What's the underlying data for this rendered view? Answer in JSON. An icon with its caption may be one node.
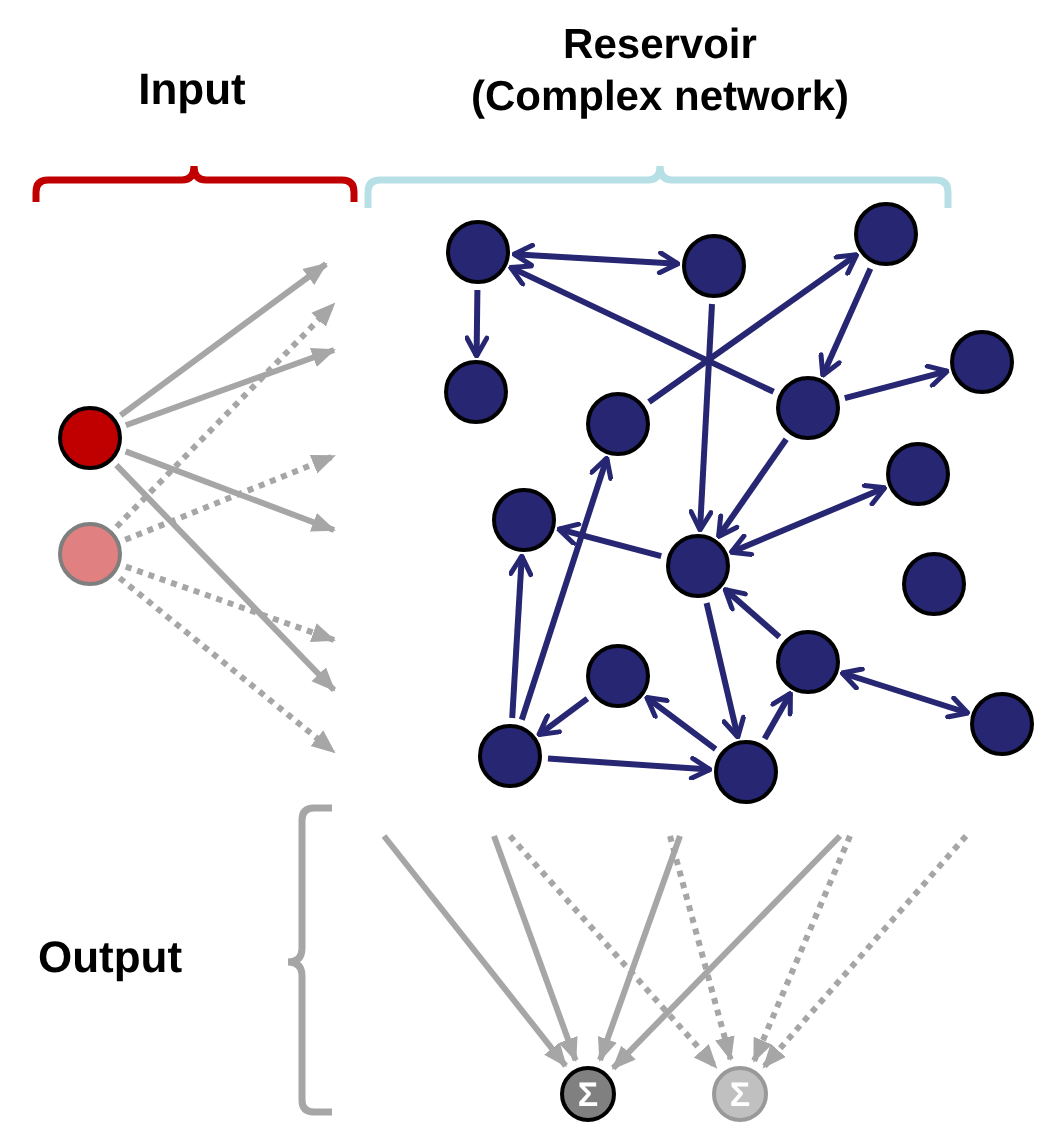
{
  "diagram": {
    "nodes": [
      {
        "text": [],
        "shape": "circle"
      },
      {
        "text": [],
        "shape": "circle"
      },
      {
        "text": [],
        "shape": "circle"
      },
      {
        "text": [],
        "shape": "circle"
      },
      {
        "text": [],
        "shape": "circle"
      },
      {
        "text": [],
        "shape": "circle"
      },
      {
        "text": [],
        "shape": "circle"
      },
      {
        "text": [],
        "shape": "circle"
      },
      {
        "text": [],
        "shape": "circle"
      },
      {
        "text": [],
        "shape": "circle"
      },
      {
        "text": [],
        "shape": "circle"
      },
      {
        "text": [],
        "shape": "circle"
      },
      {
        "text": [],
        "shape": "circle"
      },
      {
        "text": [],
        "shape": "circle"
      },
      {
        "text": [],
        "shape": "circle"
      },
      {
        "text": [],
        "shape": "circle"
      },
      {
        "text": [],
        "shape": "circle"
      },
      {
        "text": [],
        "shape": "circle"
      },
      {
        "text": [
          "Σ"
        ]
      },
      {
        "text": [
          "Σ"
        ]
      }
    ],
    "edges": [
      {
        "from": 2,
        "to": 3,
        "arrow": "both"
      },
      {
        "from": 2,
        "to": 5,
        "arrow": "to"
      },
      {
        "from": 7,
        "to": 2,
        "arrow": "to"
      },
      {
        "from": 4,
        "to": 7,
        "arrow": "to"
      },
      {
        "from": 6,
        "to": 4,
        "arrow": "to"
      },
      {
        "from": 3,
        "to": 11,
        "arrow": "to"
      },
      {
        "from": 7,
        "to": 8,
        "arrow": "to"
      },
      {
        "from": 7,
        "to": 11,
        "arrow": "to"
      },
      {
        "from": 11,
        "to": 9,
        "arrow": "both"
      },
      {
        "from": 11,
        "to": 10,
        "arrow": "to"
      },
      {
        "from": 15,
        "to": 10,
        "arrow": "to"
      },
      {
        "from": 15,
        "to": 6,
        "arrow": "to"
      },
      {
        "from": 15,
        "to": 16,
        "arrow": "to"
      },
      {
        "from": 16,
        "to": 14,
        "arrow": "to"
      },
      {
        "from": 14,
        "to": 15,
        "arrow": "to"
      },
      {
        "from": 16,
        "to": 13,
        "arrow": "to"
      },
      {
        "from": 13,
        "to": 11,
        "arrow": "to"
      },
      {
        "from": 13,
        "to": 17,
        "arrow": "both"
      },
      {
        "from": 11,
        "to": 16,
        "arrow": "to"
      },
      {
        "from": 0,
        "to": null,
        "arrow": "to",
        "color": "#a6a6a6"
      },
      {
        "from": 1,
        "to": null,
        "arrow": "to",
        "style": "dashed",
        "color": "#a6a6a6"
      },
      {
        "from": 0,
        "to": null,
        "arrow": "to",
        "color": "#a6a6a6"
      },
      {
        "from": 1,
        "to": null,
        "arrow": "to",
        "style": "dashed",
        "color": "#a6a6a6"
      },
      {
        "from": 0,
        "to": null,
        "arrow": "to",
        "color": "#a6a6a6"
      },
      {
        "from": 1,
        "to": null,
        "arrow": "to",
        "style": "dashed",
        "color": "#a6a6a6"
      },
      {
        "from": 0,
        "to": null,
        "arrow": "to",
        "color": "#a6a6a6"
      },
      {
        "from": 1,
        "to": null,
        "arrow": "to",
        "style": "dashed",
        "color": "#a6a6a6"
      },
      {
        "from": null,
        "to": 18,
        "arrow": "to",
        "color": "#a6a6a6"
      },
      {
        "from": null,
        "to": 18,
        "arrow": "to",
        "color": "#a6a6a6"
      },
      {
        "from": null,
        "to": 18,
        "arrow": "to",
        "color": "#a6a6a6"
      },
      {
        "from": null,
        "to": 18,
        "arrow": "to",
        "color": "#a6a6a6"
      },
      {
        "from": null,
        "to": 19,
        "arrow": "to",
        "style": "dashed",
        "color": "#a6a6a6"
      },
      {
        "from": null,
        "to": 19,
        "arrow": "to",
        "style": "dashed",
        "color": "#a6a6a6"
      },
      {
        "from": null,
        "to": 19,
        "arrow": "to",
        "style": "dashed",
        "color": "#a6a6a6"
      },
      {
        "from": null,
        "to": 19,
        "arrow": "to",
        "style": "dashed",
        "color": "#a6a6a6"
      }
    ],
    "labels": [
      "Input",
      "Reservoir (Complex network)",
      "Output"
    ]
  }
}
